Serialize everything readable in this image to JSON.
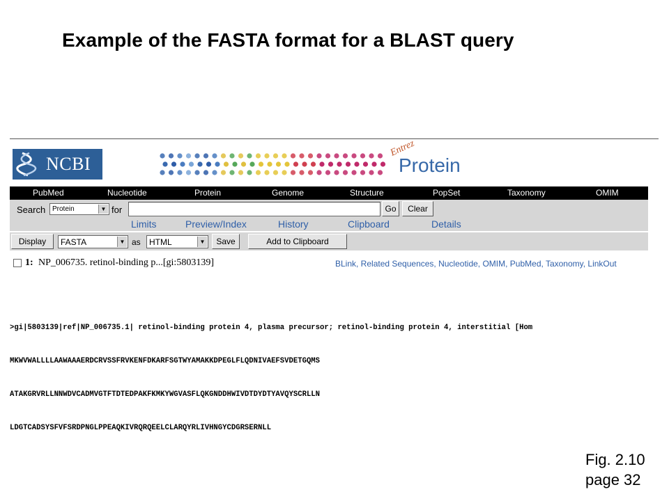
{
  "slide": {
    "title": "Example of the FASTA format for a BLAST query",
    "caption_line1": "Fig. 2.10",
    "caption_line2": "page 32"
  },
  "header": {
    "logo_text": "NCBI",
    "banner_entrez": "Entrez",
    "banner_protein": "Protein"
  },
  "nav": {
    "items": [
      "PubMed",
      "Nucleotide",
      "Protein",
      "Genome",
      "Structure",
      "PopSet",
      "Taxonomy",
      "OMIM"
    ]
  },
  "search": {
    "search_label": "Search",
    "db_value": "Protein",
    "for_label": "for",
    "query_value": "",
    "go_label": "Go",
    "clear_label": "Clear",
    "sub_links": [
      "Limits",
      "Preview/Index",
      "History",
      "Clipboard",
      "Details"
    ]
  },
  "display": {
    "display_label": "Display",
    "format_value": "FASTA",
    "as_label": "as",
    "output_value": "HTML",
    "save_label": "Save",
    "clipboard_label": "Add to Clipboard"
  },
  "result": {
    "number": "1:",
    "text": "NP_006735. retinol-binding p...[gi:5803139]",
    "links": "BLink, Related Sequences, Nucleotide, OMIM, PubMed, Taxonomy, LinkOut"
  },
  "fasta": {
    "lines": [
      ">gi|5803139|ref|NP_006735.1| retinol-binding protein 4, plasma precursor; retinol-binding protein 4, interstitial [Hom",
      "MKWVWALLLLAAWAAAERDCRVSSFRVKENFDKARFSGTWYAMAKKDPEGLFLQDNIVAEFSVDETGQMS",
      "ATAKGRVRLLNNWDVCADMVGTFTDTEDPAKFKMKYWGVASFLQKGNDDHWIVDTDYDTYAVQYSCRLLN",
      "LDGTCADSYSFVFSRDPNGLPPEAQKIVRQRQEELCLARQYRLIVHNGYCDGRSERNLL"
    ]
  },
  "colors": {
    "ncbi_blue": "#2d5f97",
    "link_blue": "#2f5fa8",
    "nav_bg": "#000000",
    "panel_gray": "#d6d6d6"
  }
}
